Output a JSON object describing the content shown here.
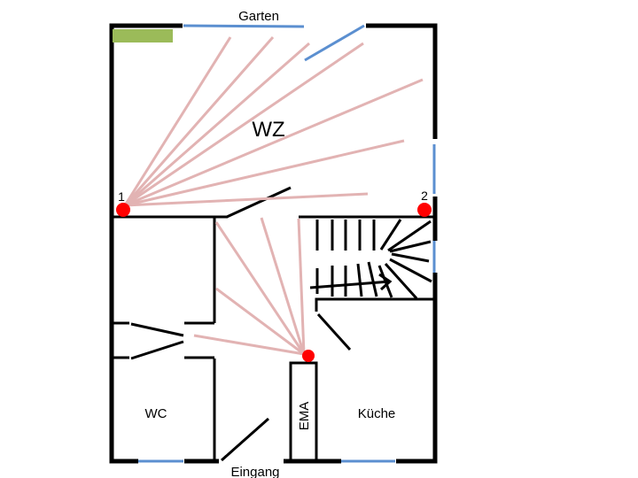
{
  "labels": {
    "garden": "Garten",
    "living_room": "WZ",
    "wc": "WC",
    "kitchen": "Küche",
    "ema": "EMA",
    "entrance": "Eingang",
    "sensor_1": "1",
    "sensor_2": "2"
  },
  "colors": {
    "wall": "#000000",
    "window": "#5b8fd0",
    "sensor": "#ff0000",
    "detection_ray": "#e2b3b3",
    "marker": "#9bbb59"
  }
}
